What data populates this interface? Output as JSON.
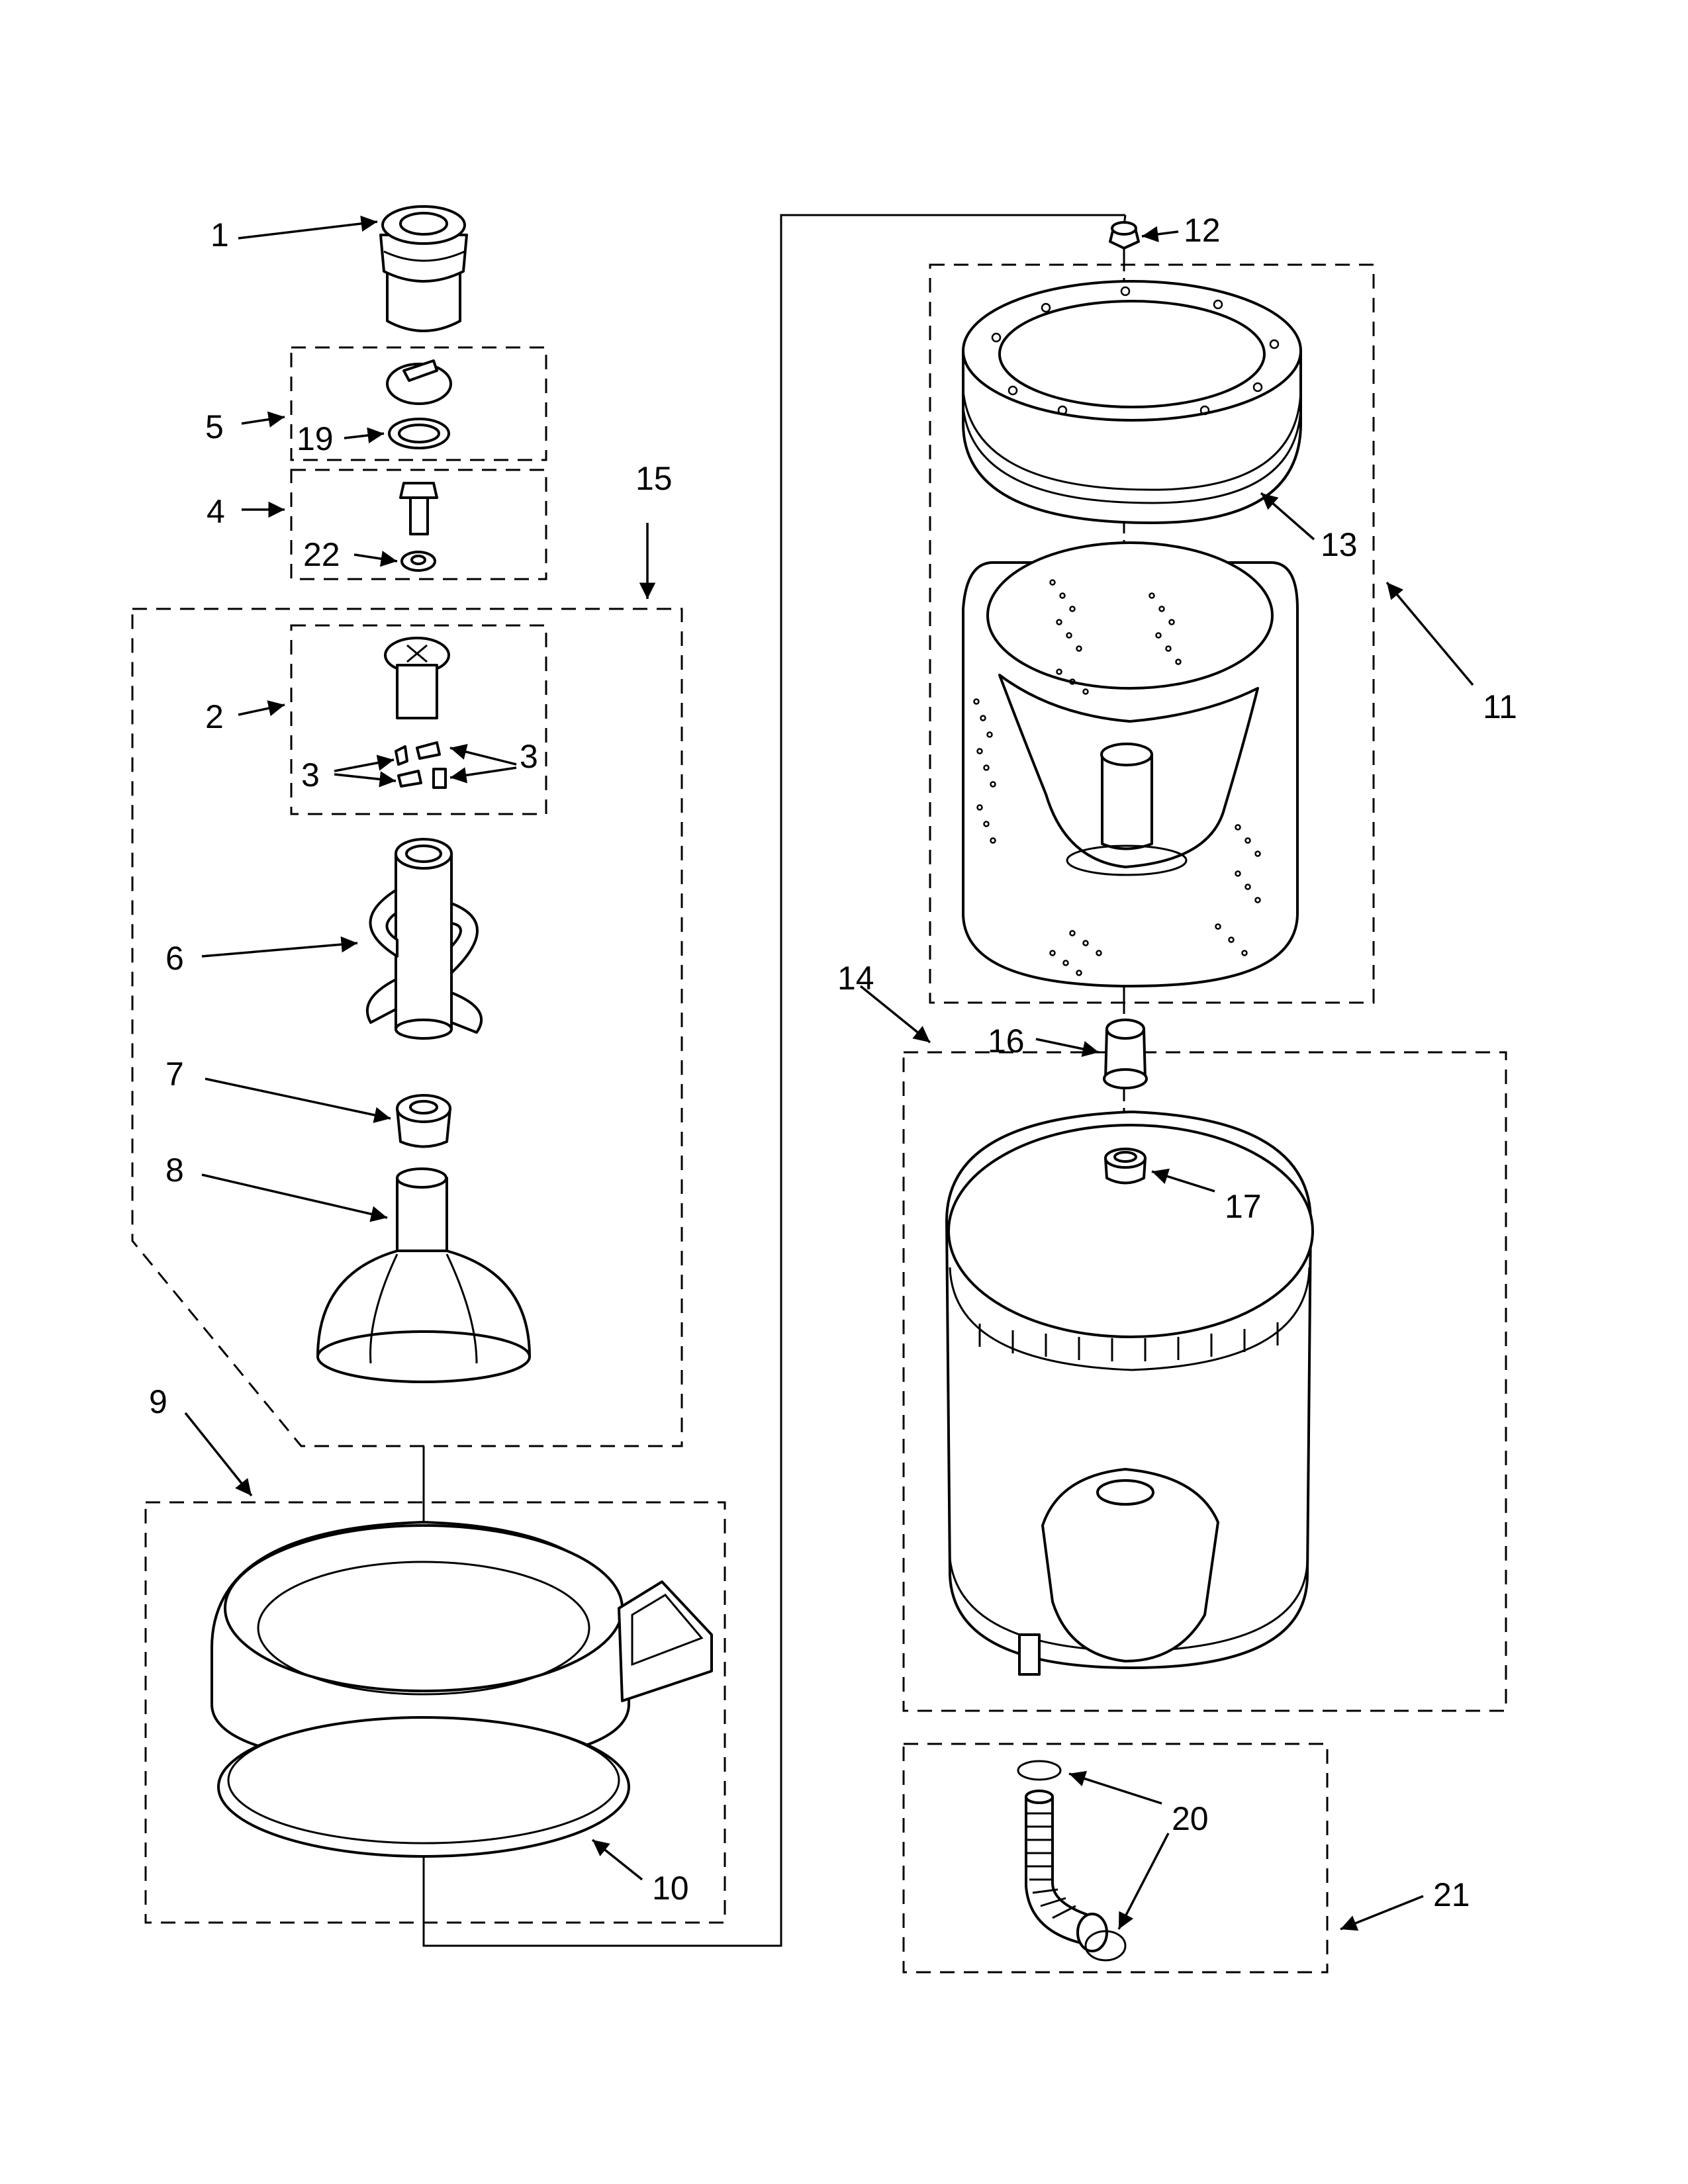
{
  "callouts": {
    "c1": "1",
    "c2": "2",
    "c3a": "3",
    "c3b": "3",
    "c4": "4",
    "c5": "5",
    "c6": "6",
    "c7": "7",
    "c8": "8",
    "c9": "9",
    "c10": "10",
    "c11": "11",
    "c12": "12",
    "c13": "13",
    "c14": "14",
    "c15": "15",
    "c16": "16",
    "c17": "17",
    "c19": "19",
    "c20": "20",
    "c21": "21",
    "c22": "22"
  }
}
